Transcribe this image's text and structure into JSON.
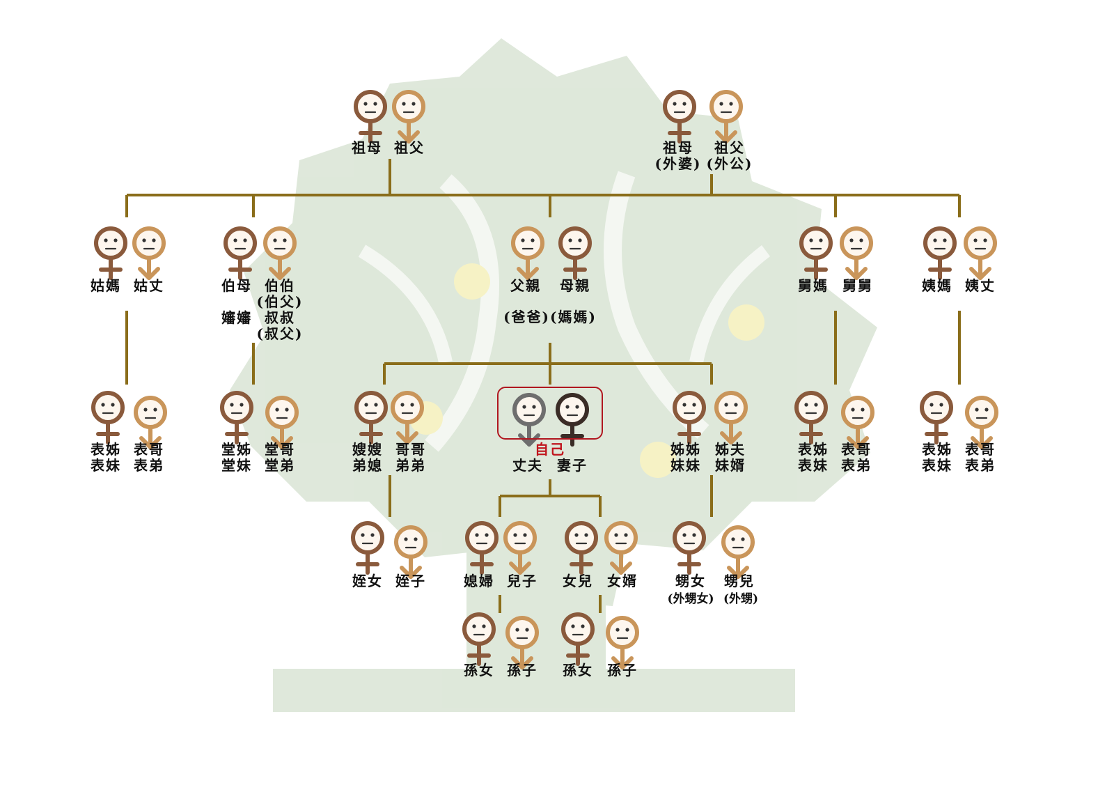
{
  "colors": {
    "line": "#8a6d1a",
    "female": "#8a5a3c",
    "male": "#c9955a",
    "self_male": "#6e6e6e",
    "self_female": "#3a2c26",
    "highlight": "#b0161f",
    "tree": "#d6e2d2",
    "fruit": "#f6f2c2"
  },
  "icons": {
    "female": "female-face-icon",
    "male": "male-face-icon"
  },
  "labels": {
    "paternal_grandmother": "祖母",
    "paternal_grandfather": "祖父",
    "maternal_grandmother": "祖母\n(外婆)",
    "maternal_grandfather": "祖父\n(外公)",
    "paternal_aunt": "姑媽",
    "paternal_aunt_husband": "姑丈",
    "uncle_wife": "伯母\n\n嬸嬸",
    "uncle": "伯伯\n(伯父)\n叔叔\n(叔父)",
    "father": "父親",
    "mother": "母親",
    "parents_alias": "(爸爸)(媽媽)",
    "maternal_uncle_wife": "舅媽",
    "maternal_uncle": "舅舅",
    "maternal_aunt": "姨媽",
    "maternal_aunt_husband": "姨丈",
    "cousins1_female": "表姊\n表妹",
    "cousins1_male": "表哥\n表弟",
    "cousins2_female": "堂姊\n堂妹",
    "cousins2_male": "堂哥\n堂弟",
    "sister_in_law": "嫂嫂\n弟媳",
    "brothers": "哥哥\n弟弟",
    "self_title": "自己",
    "husband": "丈夫",
    "wife": "妻子",
    "sisters": "姊姊\n妹妹",
    "sisters_husbands": "姊夫\n妹婿",
    "cousins3_female": "表姊\n表妹",
    "cousins3_male": "表哥\n表弟",
    "cousins4_female": "表姊\n表妹",
    "cousins4_male": "表哥\n表弟",
    "niece": "姪女",
    "nephew": "姪子",
    "daughter_in_law": "媳婦",
    "son": "兒子",
    "daughter": "女兒",
    "son_in_law": "女婿",
    "sister_daughter": "甥女",
    "sister_daughter_alias": "(外甥女)",
    "sister_son": "甥兒",
    "sister_son_alias": "(外甥)",
    "granddaughter1": "孫女",
    "grandson1": "孫子",
    "granddaughter2": "孫女",
    "grandson2": "孫子"
  }
}
